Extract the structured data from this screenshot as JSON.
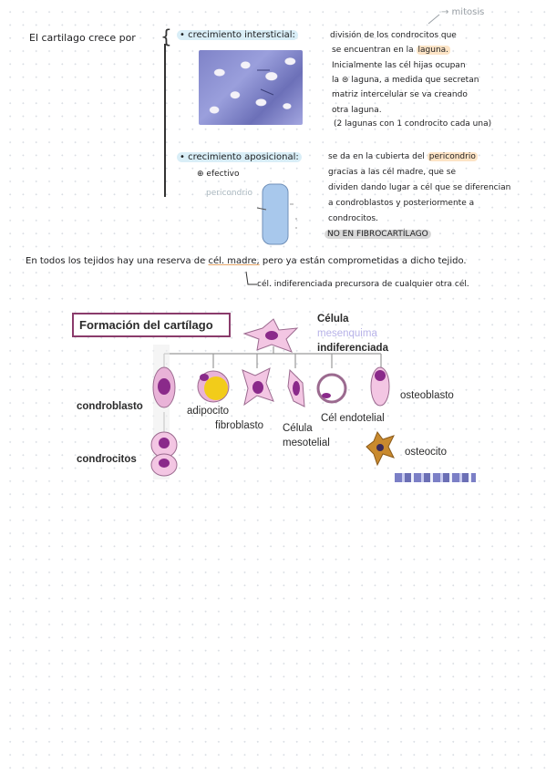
{
  "notes": {
    "mitosis": "→ mitosis",
    "lead": "El cartilago crece por",
    "intersticial": {
      "title": "• crecimiento intersticial:",
      "l1": "división de los condrocitos que",
      "l2_a": "se encuentran en la",
      "l2_b": "laguna.",
      "l3": "Inicialmente las cél hijas ocupan",
      "l4": "la ⊜ laguna, a medida que secretan",
      "l5": "matriz intercelular se va creando",
      "l6": "otra laguna.",
      "l7": "(2 lagunas con 1 condrocito cada una)"
    },
    "aposicional": {
      "title": "• crecimiento aposicional:",
      "efectivo": "⊕ efectivo",
      "pericondrio_label": "pericondrio",
      "l1_a": "se da en la cubierta del",
      "l1_b": "pericondrio",
      "l2": "gracias a las cél madre, que se",
      "l3": "dividen dando lugar a cél que se diferencian",
      "l4": "a condroblastos y posteriormente a",
      "l5": "condrocitos.",
      "l6": "NO EN FIBROCARTÍLAGO"
    },
    "reserva": {
      "a": "En todos los tejidos hay una reserva de",
      "b": "cél. madre,",
      "c": "pero ya están comprometidas a dicho tejido.",
      "sub": "cél. indiferenciada precursora de cualquier otra cél."
    }
  },
  "diagram": {
    "title": "Formación del cartílago",
    "celula_1": "Célula",
    "mesenquima": "mesenquima",
    "indiferenciada": "indiferenciada",
    "condroblasto": "condroblasto",
    "adipocito": "adipocito",
    "fibroblasto": "fibroblasto",
    "celula_meso_1": "Célula",
    "celula_meso_2": "mesotelial",
    "endotelial": "Cél endotelial",
    "osteoblasto": "osteoblasto",
    "osteocito": "osteocito",
    "condrocitos": "condrocitos"
  },
  "colors": {
    "highlight_blue": "#d9eef7",
    "highlight_orange": "#fde4c6",
    "cell_purple": "#8a2a8a",
    "cell_pink": "#f3c6e3",
    "adipocyte_yellow": "#f2cc1a",
    "diagram_border": "#8a3b6b"
  }
}
